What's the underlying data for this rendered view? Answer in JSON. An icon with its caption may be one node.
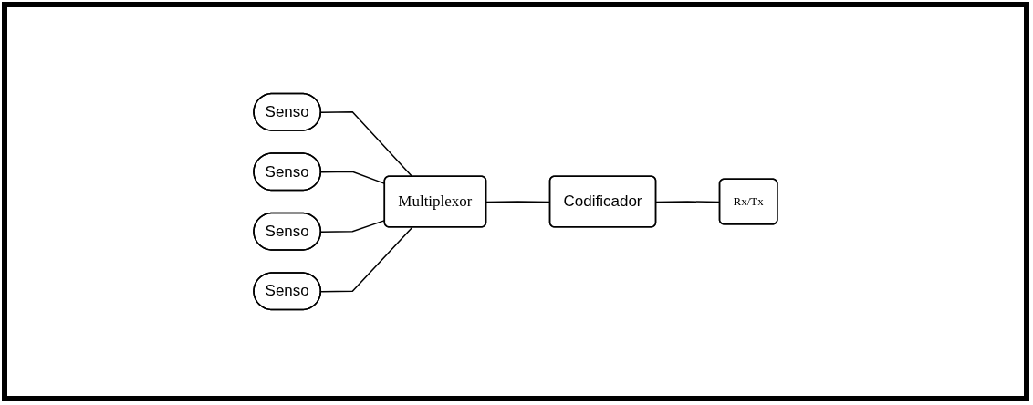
{
  "diagram": {
    "nodes": [
      {
        "text": [
          "Senso"
        ]
      },
      {
        "text": [
          "Senso"
        ]
      },
      {
        "text": [
          "Senso"
        ]
      },
      {
        "text": [
          "Senso"
        ]
      },
      {
        "text": [
          "Multiplexor"
        ]
      },
      {
        "text": [
          "Codificador"
        ]
      },
      {
        "text": [
          "Rx/Tx"
        ]
      }
    ],
    "edges": [
      {
        "from": 0,
        "to": 4,
        "arrow": "none"
      },
      {
        "from": 1,
        "to": 4,
        "arrow": "none"
      },
      {
        "from": 2,
        "to": 4,
        "arrow": "none"
      },
      {
        "from": 3,
        "to": 4,
        "arrow": "none"
      },
      {
        "from": 4,
        "to": 5,
        "arrow": "none"
      },
      {
        "from": 5,
        "to": 6,
        "arrow": "none"
      }
    ]
  }
}
